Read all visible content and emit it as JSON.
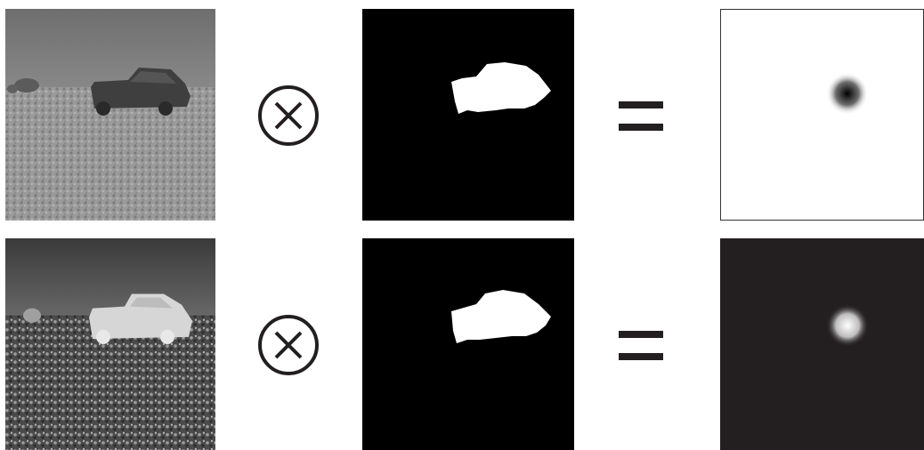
{
  "rows": [
    {
      "id": "visible",
      "photo": {
        "tone": "grayscale-visible",
        "subject": "car"
      },
      "operator_symbol": "⊗",
      "mask": {
        "tone": "binary",
        "foreground": "#ffffff",
        "background": "#000000"
      },
      "equals_symbol": "=",
      "result": {
        "background": "#ffffff",
        "blob": "dark-center-gaussian"
      }
    },
    {
      "id": "thermal",
      "photo": {
        "tone": "grayscale-thermal",
        "subject": "car"
      },
      "operator_symbol": "⊗",
      "mask": {
        "tone": "binary",
        "foreground": "#ffffff",
        "background": "#000000"
      },
      "equals_symbol": "=",
      "result": {
        "background": "#231f20",
        "blob": "bright-center-gaussian"
      }
    }
  ],
  "colors": {
    "ink": "#231f20",
    "mask_bg": "#000000",
    "mask_fg": "#ffffff"
  }
}
